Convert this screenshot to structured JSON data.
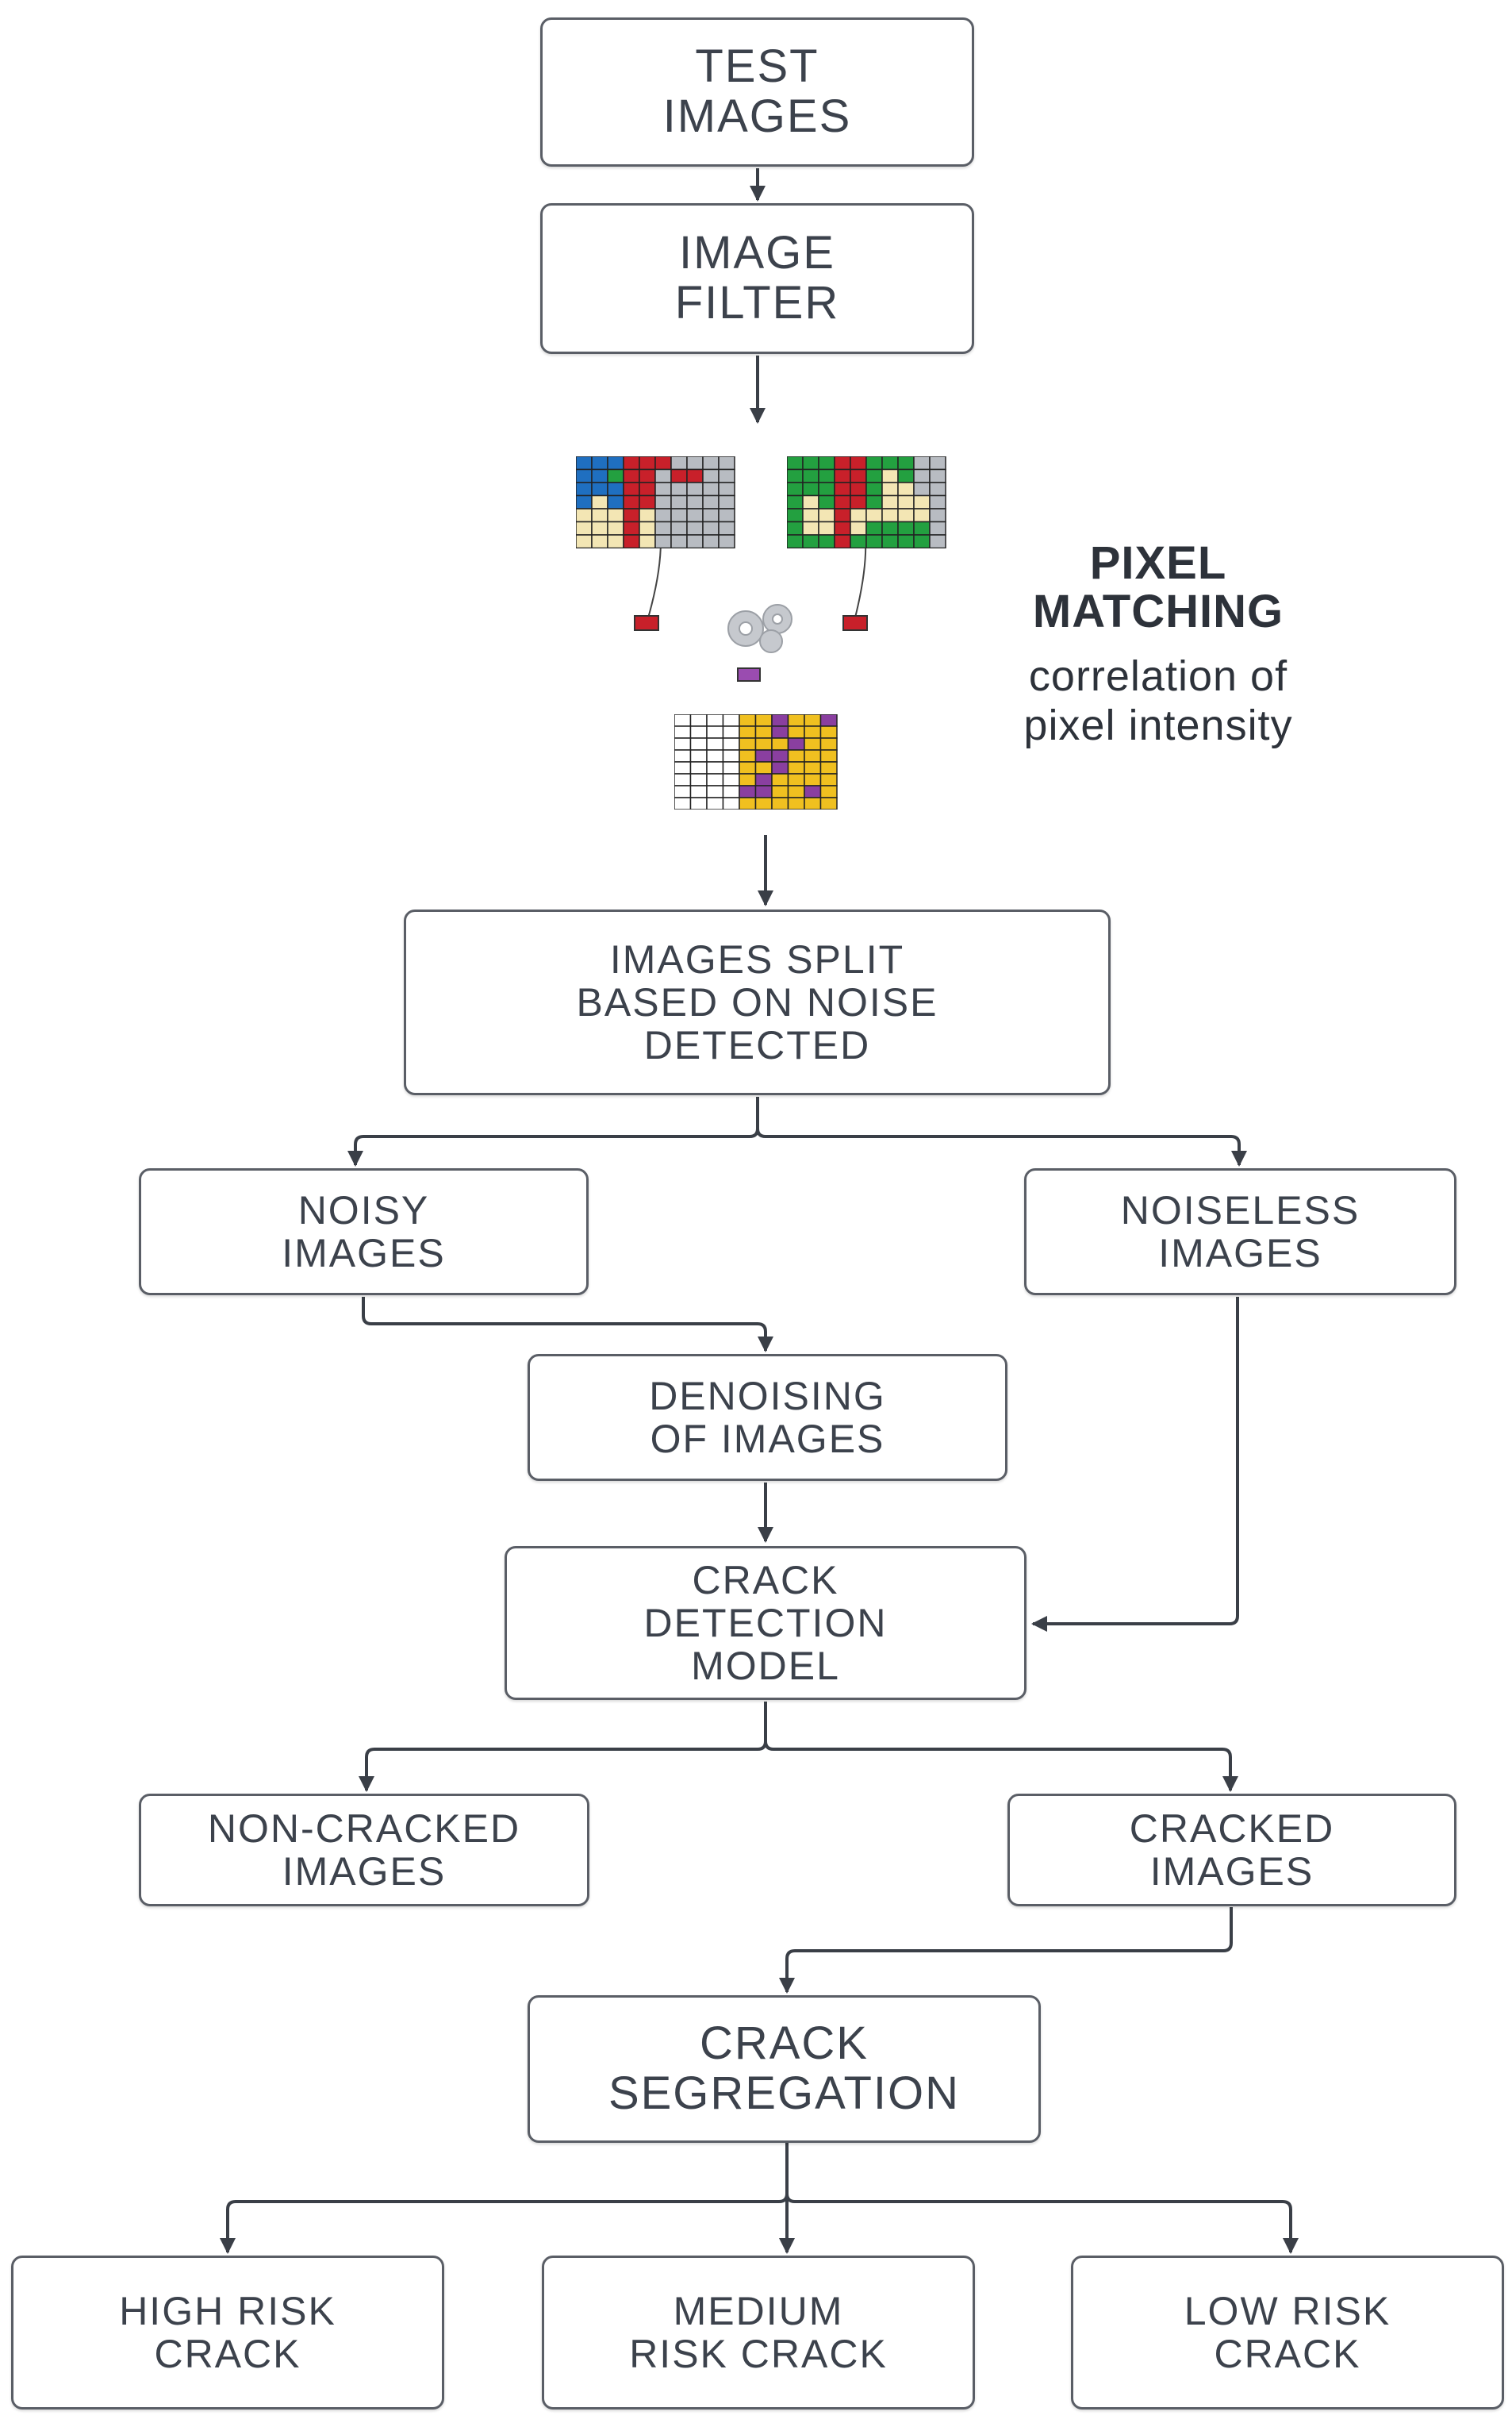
{
  "nodes": {
    "test_images": "TEST\nIMAGES",
    "image_filter": "IMAGE\nFILTER",
    "images_split": "IMAGES SPLIT\nBASED ON NOISE\nDETECTED",
    "noisy_images": "NOISY\nIMAGES",
    "noiseless_images": "NOISELESS\nIMAGES",
    "denoising": "DENOISING\nOF IMAGES",
    "crack_detection": "CRACK\nDETECTION\nMODEL",
    "non_cracked": "NON-CRACKED\nIMAGES",
    "cracked": "CRACKED\nIMAGES",
    "crack_segregation": "CRACK\nSEGREGATION",
    "high_risk": "HIGH RISK\nCRACK",
    "medium_risk": "MEDIUM\nRISK CRACK",
    "low_risk": "LOW RISK\nCRACK"
  },
  "pixel_matching": {
    "title": "PIXEL\nMATCHING",
    "subtitle": "correlation of\npixel intensity"
  },
  "colors": {
    "border": "#5a5e66",
    "text": "#3c424c",
    "arrow": "#3a3f47",
    "pixel_blue": "#1f6fc0",
    "pixel_red": "#c8202a",
    "pixel_green": "#23a040",
    "pixel_cream": "#f3e6b4",
    "pixel_gray": "#b8bcc2",
    "pixel_yellow": "#f0c020",
    "pixel_purple": "#8a3fa0"
  }
}
